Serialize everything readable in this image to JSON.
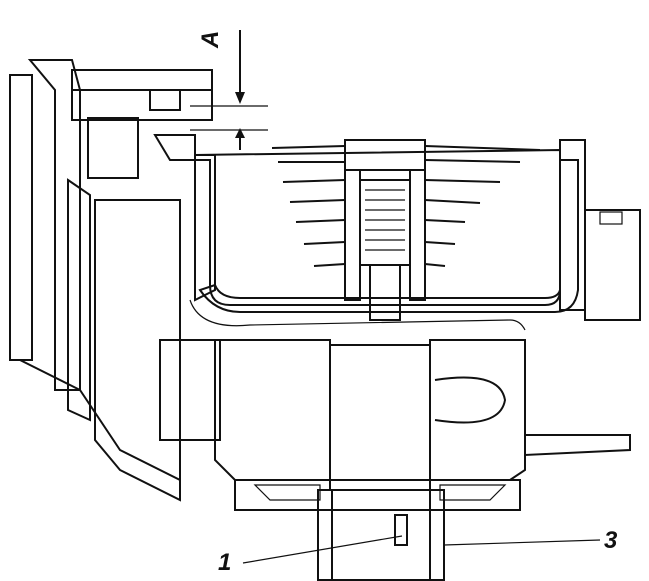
{
  "labels": {
    "dimension": "A",
    "callout_1": "1",
    "callout_3": "3"
  },
  "colors": {
    "ink": "#111111",
    "paper": "#ffffff"
  }
}
